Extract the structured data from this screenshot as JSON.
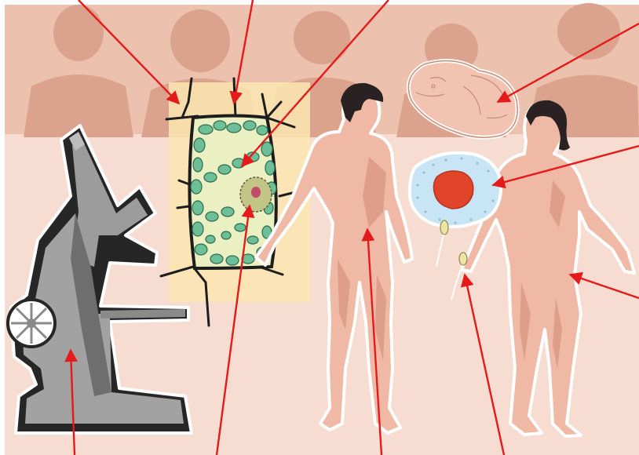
{
  "colors": {
    "background": "#f7dcd1",
    "border": "#ffffff",
    "crowd_band": "#ecc2ae",
    "crowd_silhouette": "#dba38d",
    "skin": "#efb9a5",
    "skin_shade": "#d99783",
    "hair": "#2a2222",
    "microscope_gray": "#9c9c9c",
    "microscope_dark": "#6e6e6e",
    "cell_fill": "#eaf0c2",
    "chloroplast": "#6cbf96",
    "nucleus": "#c2c586",
    "sperm_head": "#ece5a5",
    "embryo": "#f2c3b1",
    "egg_center": "#e0452a",
    "egg_ring": "#c7e5f5",
    "arrow": "#e51a1a"
  },
  "figures": {
    "microscope": "microscope",
    "plant_cell": "plant-cell",
    "man": "adult-male-figure",
    "woman": "adult-female-figure",
    "fetus": "fetus",
    "egg_cell": "egg-cell",
    "sperm": "sperm-cell",
    "crowd": "crowd-silhouettes"
  },
  "label_arrows": [
    "cell-wall-arrow",
    "cell-membrane-arrow",
    "cytoplasm-arrow",
    "fetus-arrow",
    "egg-cell-arrow",
    "female-body-arrow",
    "microscope-arrow",
    "nucleus-arrow",
    "male-body-arrow",
    "sperm-arrow"
  ]
}
